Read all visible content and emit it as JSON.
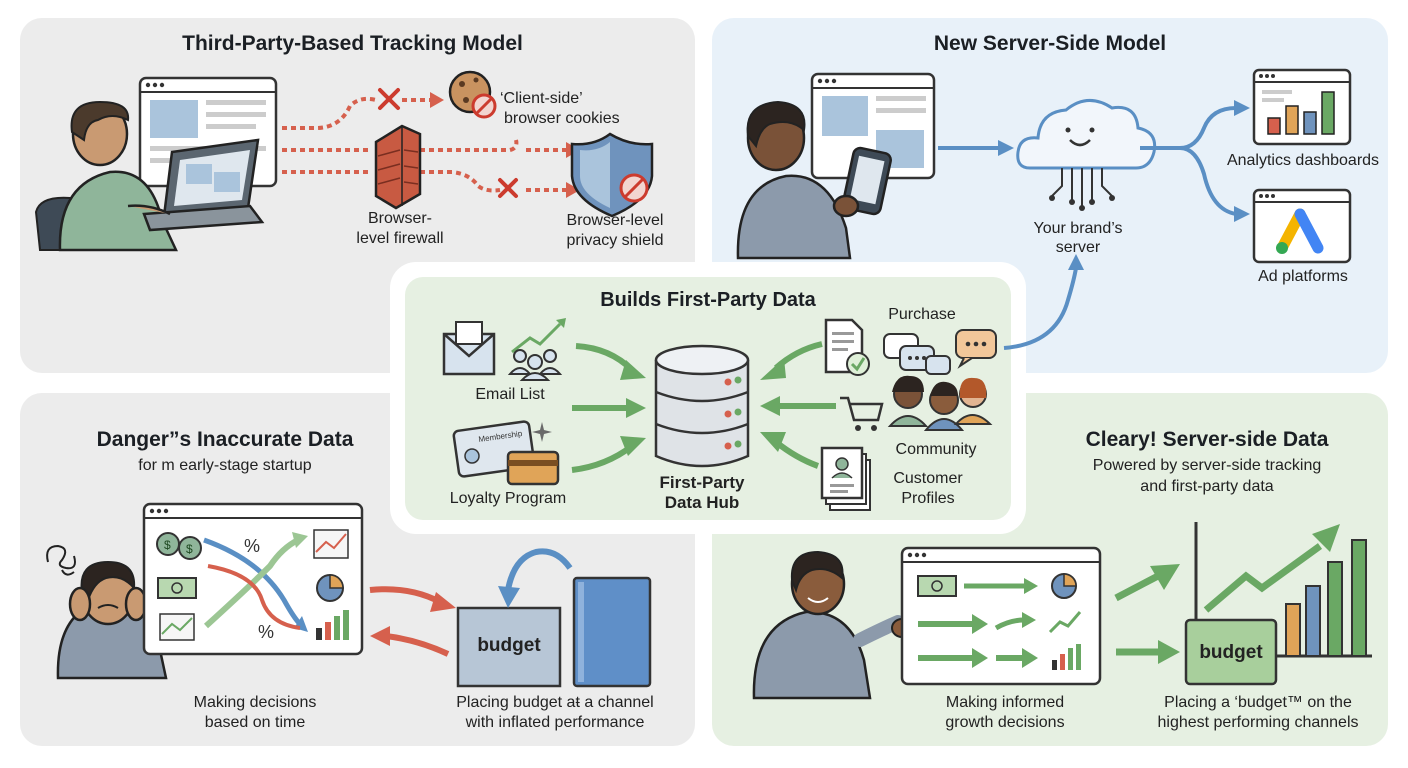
{
  "colors": {
    "panel_gray": "#ececec",
    "panel_blue": "#e8f1f9",
    "panel_green": "#e6f0e2",
    "arrow_red": "#d6604d",
    "arrow_blue": "#5a8fc4",
    "arrow_green": "#6aa864"
  },
  "third_party": {
    "title": "Third-Party-Based Tracking Model",
    "cookies_label_1": "‘Client-side’",
    "cookies_label_2": "browser cookies",
    "firewall_label_1": "Browser-",
    "firewall_label_2": "level firewall",
    "shield_label_1": "Browser-level",
    "shield_label_2": "privacy shield"
  },
  "server_side": {
    "title": "New Server-Side Model",
    "server_label_1": "Your brand’s",
    "server_label_2": "server",
    "analytics_label": "Analytics dashboards",
    "ads_label": "Ad platforms"
  },
  "first_party": {
    "title": "Builds First-Party Data",
    "email_label": "Email List",
    "loyalty_label": "Loyalty Program",
    "membership_text": "Membership",
    "hub_label_1": "First-Party",
    "hub_label_2": "Data Hub",
    "purchase_label": "Purchase",
    "community_label": "Community",
    "profiles_label_1": "Customer",
    "profiles_label_2": "Profiles"
  },
  "danger": {
    "title": "Danger”s Inaccurate Data",
    "subtitle": "for m early-stage startup",
    "decisions_label_1": "Making decisions",
    "decisions_label_2": "based on time",
    "budget_box": "budget",
    "placing_label_1": "Placing budget aŧ a channel",
    "placing_label_2": "with inflated performance"
  },
  "clear": {
    "title": "Cleary! Server-side Data",
    "subtitle_1": "Powered by server-side tracking",
    "subtitle_2": "and first-party data",
    "informed_label_1": "Making informed",
    "informed_label_2": "growth decisions",
    "budget_box": "budget",
    "placing_label_1": "Placing a ‘budget™ on the",
    "placing_label_2": "highest performing channels"
  }
}
